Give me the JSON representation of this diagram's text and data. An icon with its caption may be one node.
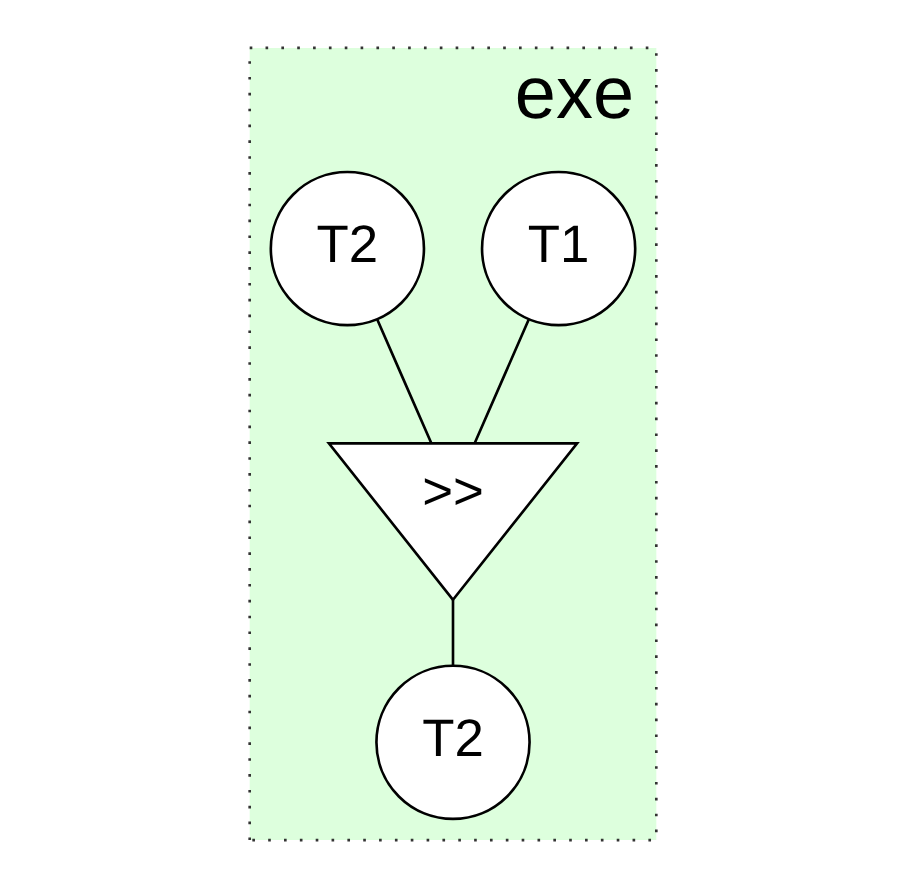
{
  "diagram": {
    "nodes": [
      {
        "text": [
          "exe"
        ]
      },
      {
        "text": [
          "T1"
        ],
        "in": 0
      },
      {
        "text": [
          "T2"
        ],
        "in": 0
      },
      {
        "text": [
          ">>"
        ],
        "in": 0
      },
      {
        "text": [
          "T2"
        ],
        "in": 0
      }
    ],
    "edges": [
      {
        "from": 1,
        "to": 3,
        "arrow": "none"
      },
      {
        "from": 2,
        "to": 3,
        "arrow": "none"
      },
      {
        "from": 3,
        "to": 4,
        "arrow": "none"
      }
    ]
  }
}
